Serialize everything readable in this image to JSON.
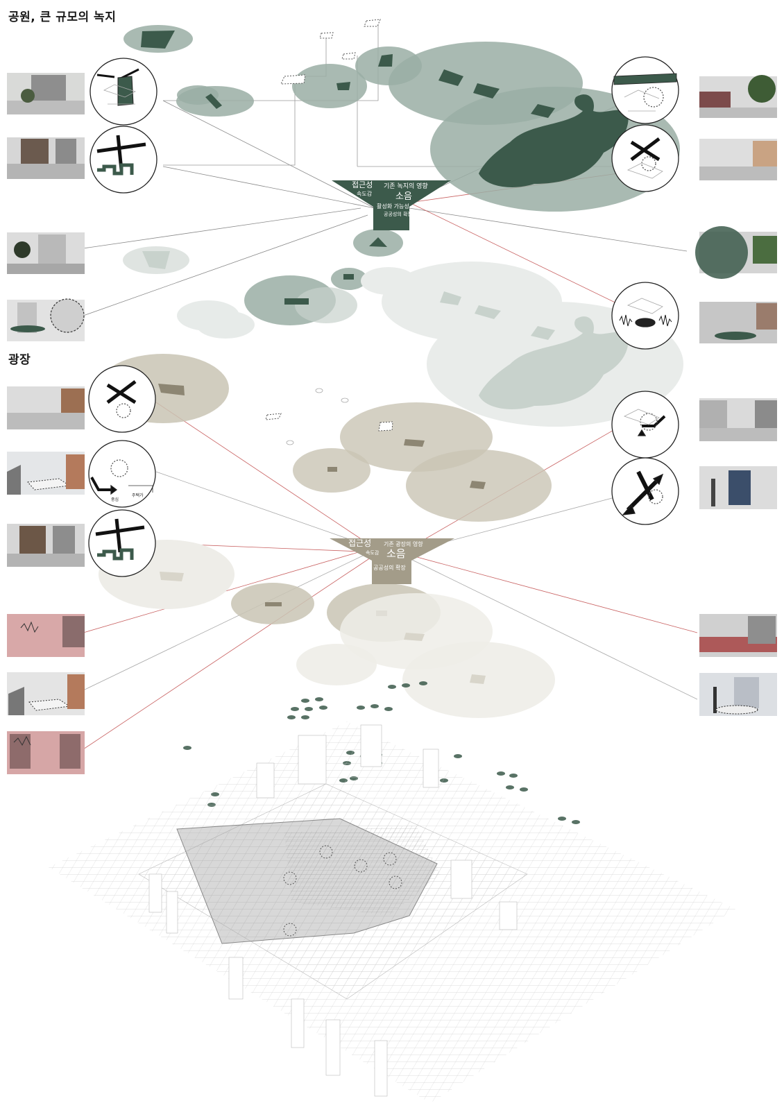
{
  "sections": {
    "park_title": "공원, 큰 규모의 녹지",
    "plaza_title": "광장"
  },
  "park_funnel": {
    "accessibility": "접근성",
    "speed": "속도감",
    "existing_influence": "기존 녹지의 영향",
    "noise": "소음",
    "activation": "활성화 가능성",
    "publicness": "공공성의 확장"
  },
  "plaza_funnel": {
    "accessibility": "접근성",
    "speed": "속도감",
    "existing_influence": "기존 광장의 영향",
    "noise": "소음",
    "publicness": "공공성의 확장"
  },
  "diagram_labels": {
    "center": "중심",
    "residential": "주택가"
  },
  "colors": {
    "park_dark": "#3c5a4b",
    "park_mid": "#9aaea4",
    "park_light": "#c8d2cc",
    "plaza_dark": "#8d8673",
    "plaza_mid": "#c9c4b4",
    "plaza_light": "#e7e5dd",
    "red_line": "#c86060"
  }
}
